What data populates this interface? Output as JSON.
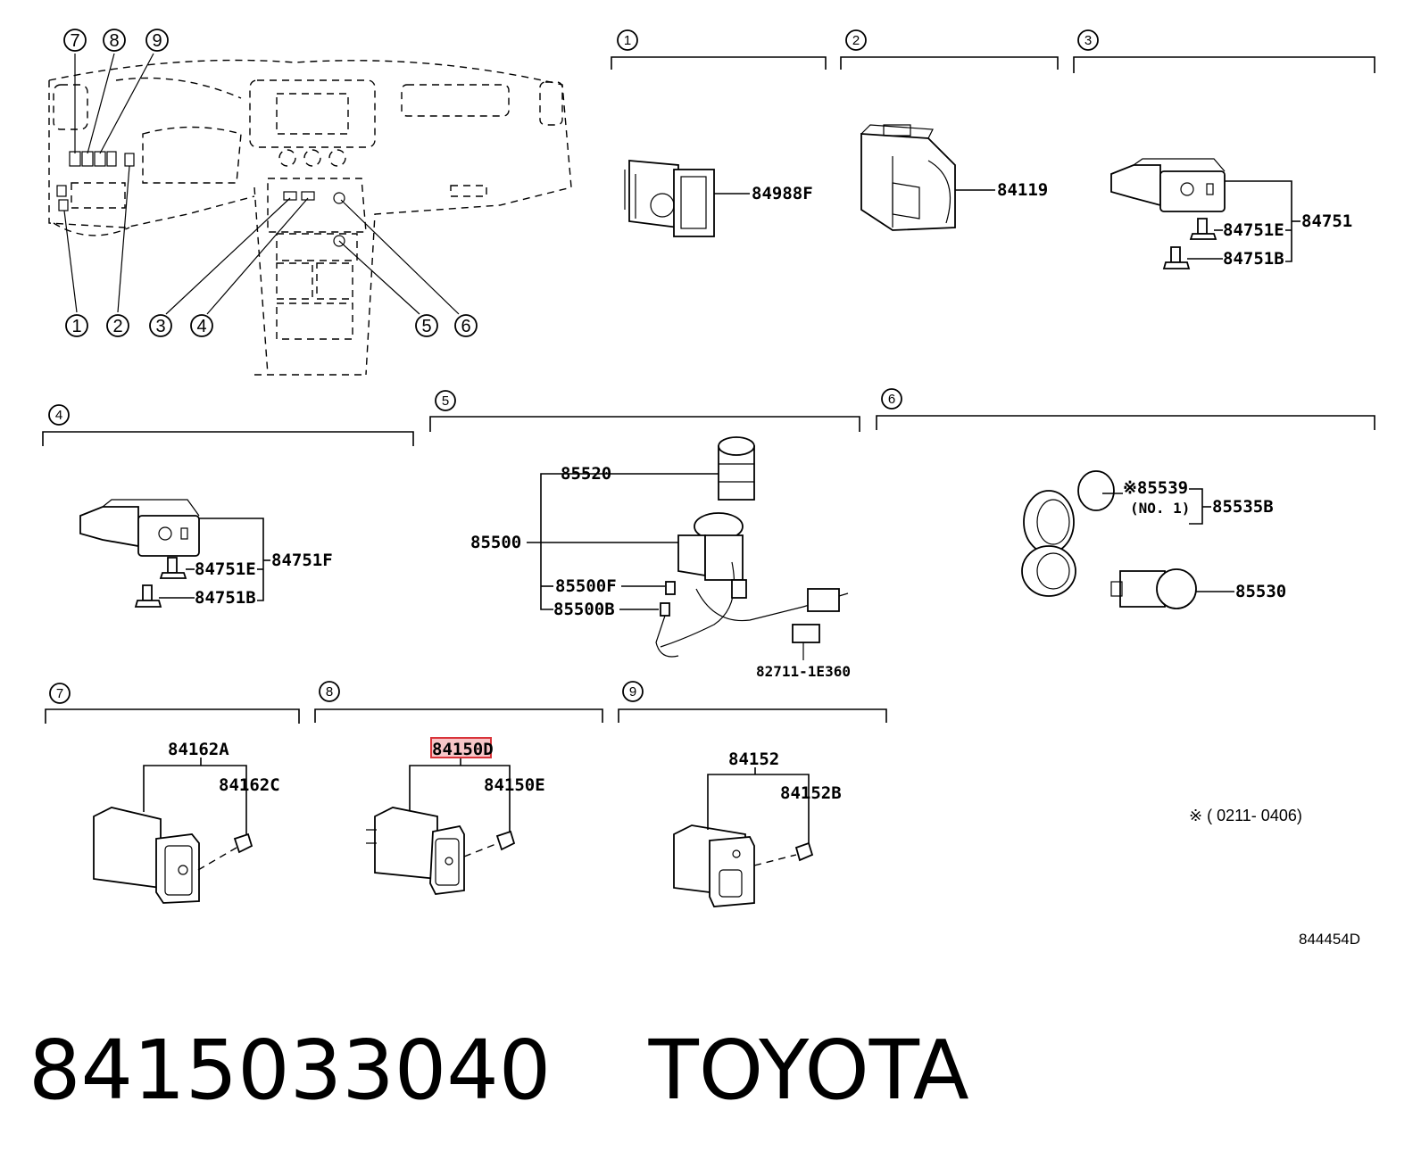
{
  "overview": {
    "callouts": [
      "1",
      "2",
      "3",
      "4",
      "5",
      "6",
      "7",
      "8",
      "9"
    ]
  },
  "sections": [
    {
      "num": "1",
      "parts": [
        "84988F"
      ]
    },
    {
      "num": "2",
      "parts": [
        "84119"
      ]
    },
    {
      "num": "3",
      "parts": [
        "84751",
        "84751E",
        "84751B"
      ]
    },
    {
      "num": "4",
      "parts": [
        "84751F",
        "84751E",
        "84751B"
      ]
    },
    {
      "num": "5",
      "parts": [
        "85520",
        "85500",
        "85500F",
        "85500B",
        "82711-1E360"
      ]
    },
    {
      "num": "6",
      "parts": [
        "85539",
        "(NO. 1)",
        "85535B",
        "85530"
      ]
    },
    {
      "num": "7",
      "parts": [
        "84162A",
        "84162C"
      ]
    },
    {
      "num": "8",
      "parts": [
        "84150D",
        "84150E"
      ]
    },
    {
      "num": "9",
      "parts": [
        "84152",
        "84152B"
      ]
    }
  ],
  "note": {
    "mark": "※",
    "text": "( 0211- 0406)"
  },
  "diagram_code": "844454D",
  "highlight_part": "84150D",
  "footer": {
    "part_number": "8415033040",
    "brand": "TOYOTA"
  },
  "colors": {
    "highlight_border": "#d9343a",
    "highlight_fill": "#f7c6c8"
  }
}
